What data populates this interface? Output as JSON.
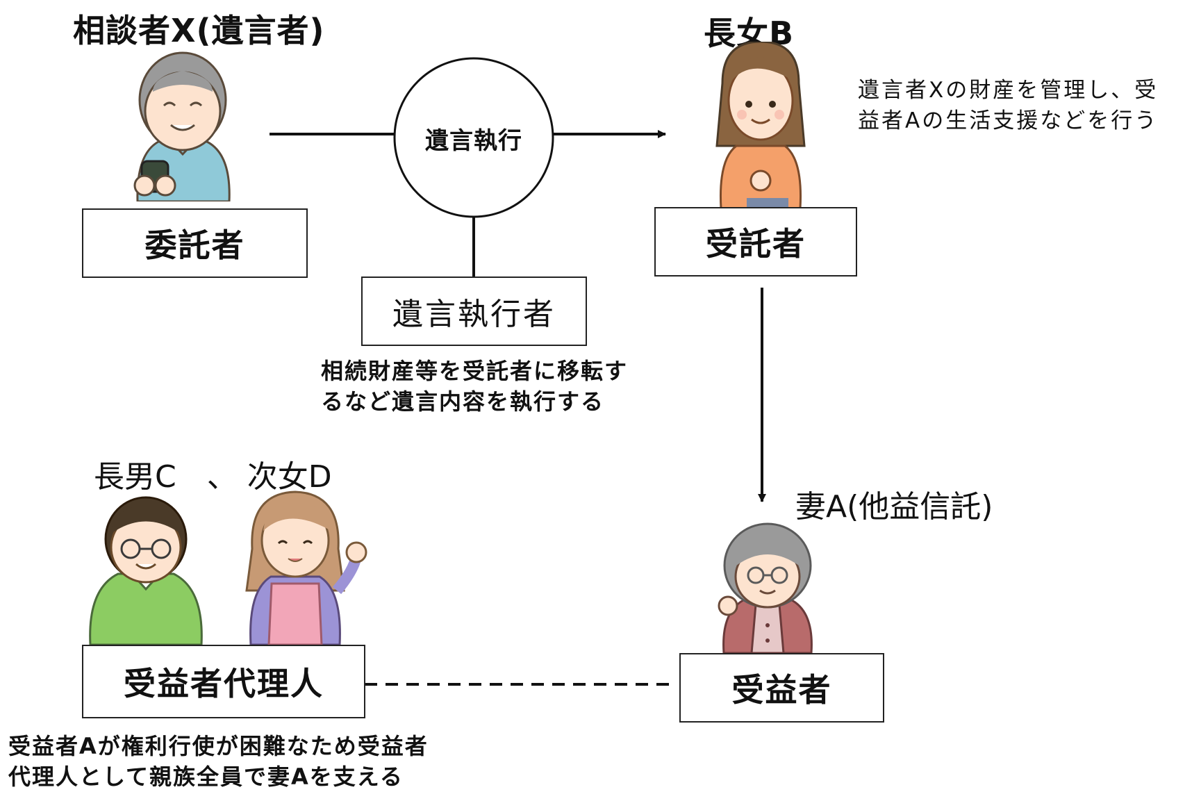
{
  "persons": {
    "settlor": "相談者X(遺言者)",
    "eldest_daughter": "長女B",
    "children": "長男C　、 次女D",
    "wife": "妻A(他益信託)"
  },
  "roles": {
    "settlor": "委託者",
    "trustee": "受託者",
    "executor": "遺言執行者",
    "beneficiary_agent": "受益者代理人",
    "beneficiary": "受益者"
  },
  "connector": {
    "circle_label": "遺言執行"
  },
  "notes": {
    "trustee_line1": "遺言者Xの財産を管理し、受",
    "trustee_line2": "益者Aの生活支援などを行う",
    "executor_line1": "相続財産等を受託者に移転す",
    "executor_line2": "るなど遺言内容を執行する",
    "agent_line1": "受益者Aが権利行使が困難なため受益者",
    "agent_line2": "代理人として親族全員で妻Aを支える"
  },
  "colors": {
    "line": "#111111",
    "elder_shirt": "#8fc9d8",
    "daughter_shirt": "#f4a06a",
    "son_shirt": "#8ccc62",
    "daughter2_apron": "#f2a6b8",
    "wife_cardigan": "#b86b6b",
    "skin": "#fde3cf",
    "hair_gray": "#9a9a9a",
    "hair_brown": "#8a6440",
    "hair_dark": "#4a3a28",
    "hair_light_brown": "#c79a74"
  }
}
